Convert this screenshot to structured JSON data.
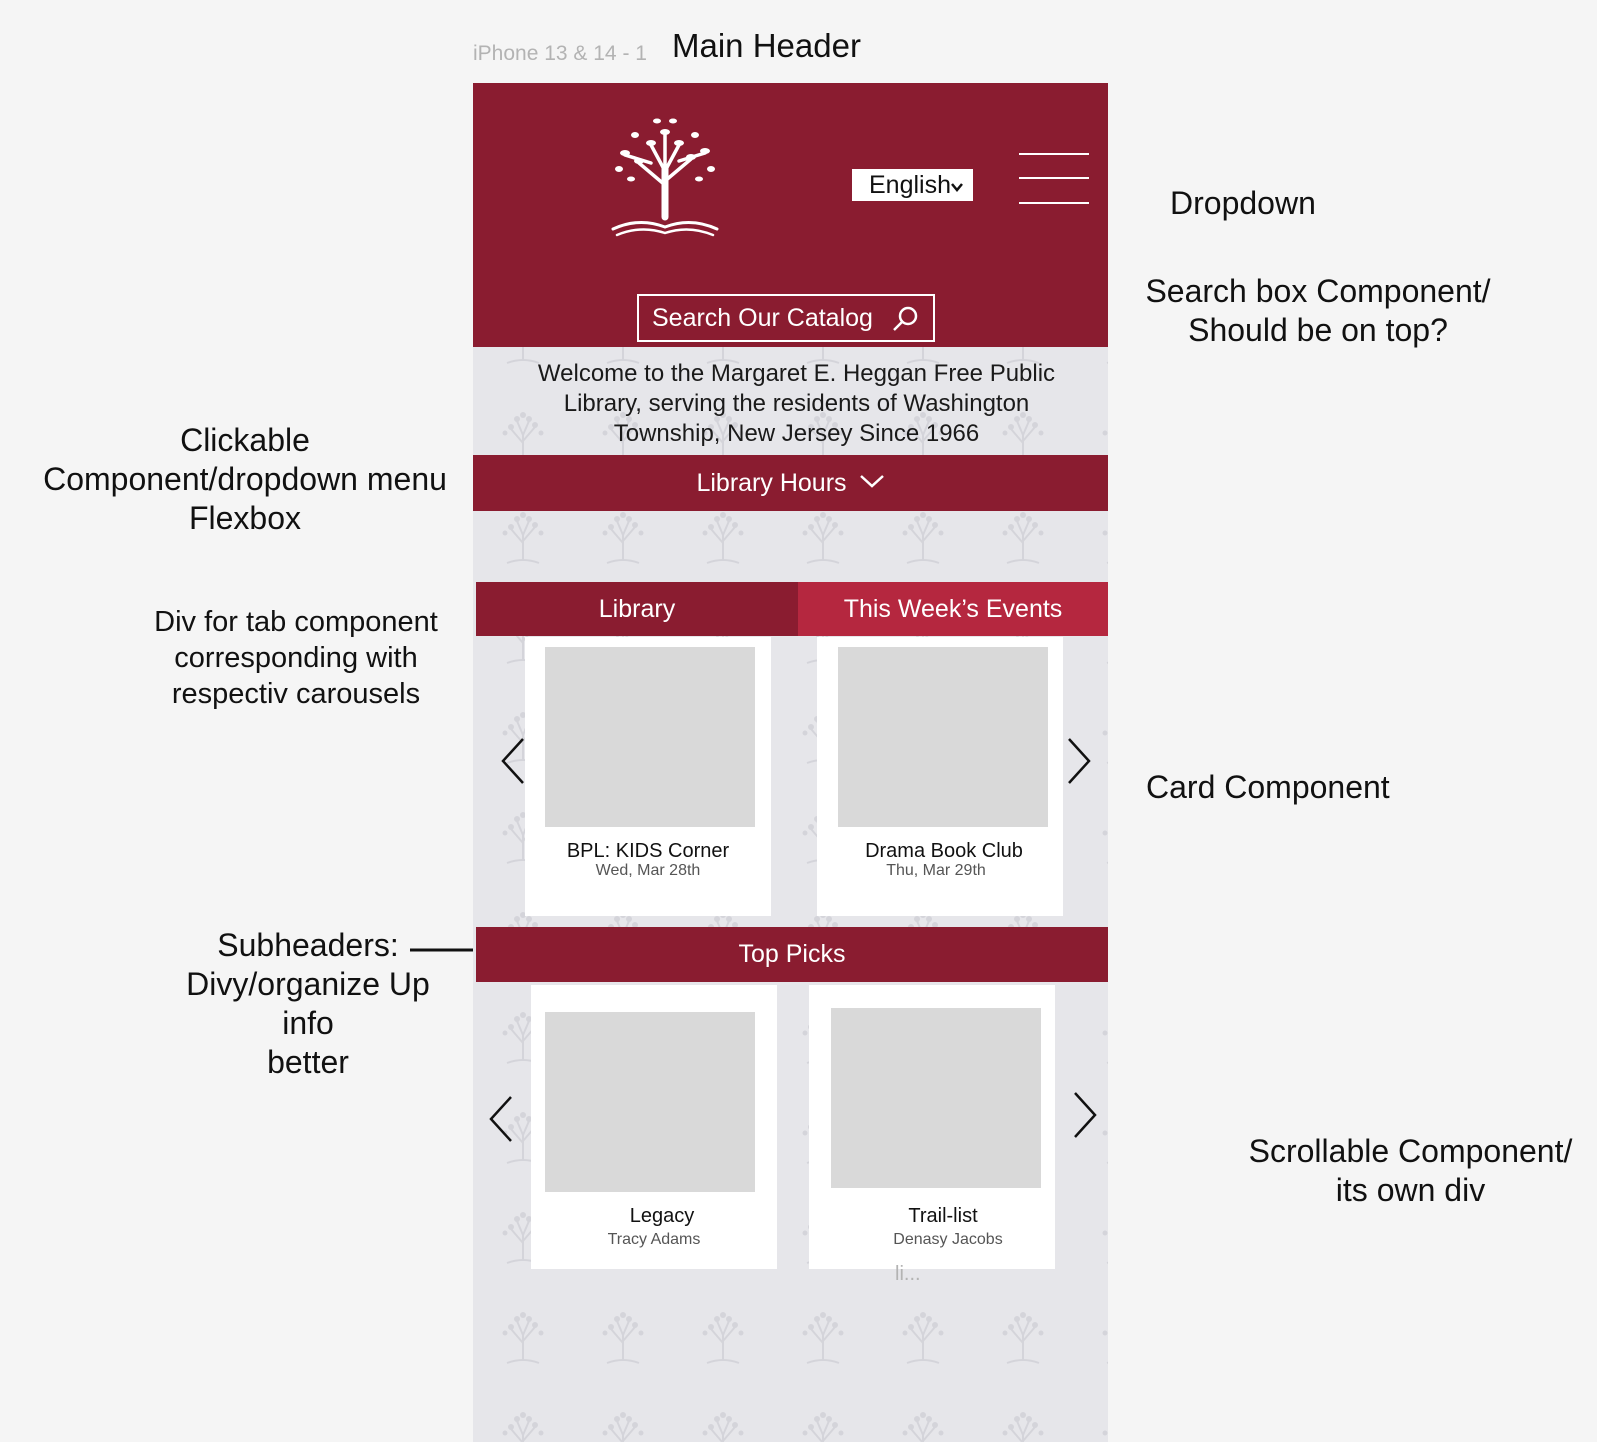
{
  "frame_label": "iPhone 13 & 14 - 1",
  "annotations": {
    "main_header": "Main Header",
    "dropdown": "Dropdown",
    "search_box": [
      "Search box Component/",
      "Should be on top?"
    ],
    "clickable": [
      "Clickable",
      "Component/dropdown menu",
      "Flexbox"
    ],
    "tab_div": [
      "Div for tab component",
      "corresponding with",
      "respectiv carousels"
    ],
    "card_component": "Card Component",
    "subheaders": [
      "Subheaders:",
      "Divy/organize Up",
      "info",
      "better"
    ],
    "scrollable": [
      "Scrollable Component/",
      "its own div"
    ]
  },
  "header": {
    "logo_icon": "tree-book-logo",
    "language": "English",
    "menu_icon": "hamburger-menu-icon",
    "search_label": "Search Our Catalog",
    "search_icon": "magnifier-icon"
  },
  "welcome": [
    "Welcome to the Margaret E. Heggan Free Public",
    "Library, serving the residents of Washington",
    "Township, New Jersey Since 1966"
  ],
  "hours_label": "Library Hours",
  "tabs": [
    "Library",
    "This Week’s Events"
  ],
  "events": [
    {
      "title": "BPL: KIDS Corner",
      "date": "Wed, Mar 28th"
    },
    {
      "title": "Drama Book Club",
      "date": "Thu, Mar 29th"
    }
  ],
  "top_picks_label": "Top Picks",
  "picks": [
    {
      "title": "Legacy",
      "author": "Tracy Adams"
    },
    {
      "title": "Trail-list",
      "author": "Denasy Jacobs"
    }
  ],
  "more_text": "li...",
  "colors": {
    "brand": "#8a1c30",
    "tab_active": "#b5273f",
    "background": "#e6e6ea"
  }
}
